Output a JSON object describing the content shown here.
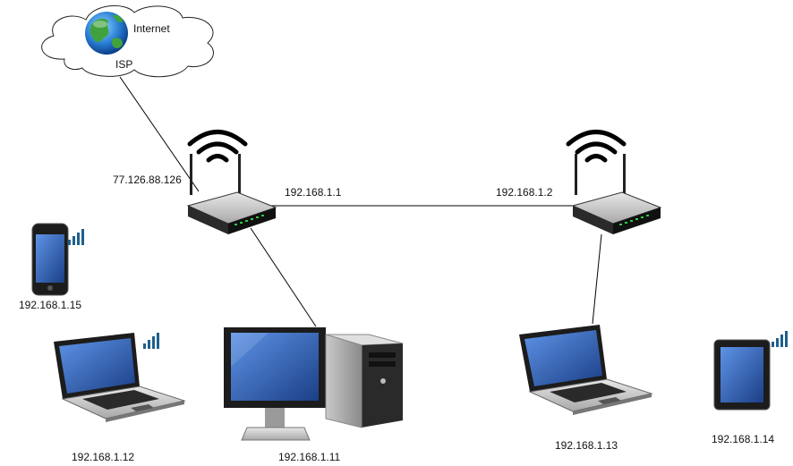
{
  "cloud": {
    "globe_label": "Internet",
    "isp_label": "ISP"
  },
  "router_1": {
    "wan_ip": "77.126.88.126",
    "lan_ip": "192.168.1.1"
  },
  "router_2": {
    "lan_ip": "192.168.1.2"
  },
  "devices": {
    "phone": {
      "ip": "192.168.1.15",
      "icon": "smartphone-icon"
    },
    "laptop_left": {
      "ip": "192.168.1.12",
      "icon": "laptop-icon"
    },
    "desktop": {
      "ip": "192.168.1.11",
      "icon": "desktop-computer-icon"
    },
    "laptop_right": {
      "ip": "192.168.1.13",
      "icon": "laptop-icon"
    },
    "tablet": {
      "ip": "192.168.1.14",
      "icon": "tablet-icon"
    }
  },
  "colors": {
    "link": "#000000",
    "signal": "#1f5f8b",
    "screen": "#2b62c4"
  }
}
